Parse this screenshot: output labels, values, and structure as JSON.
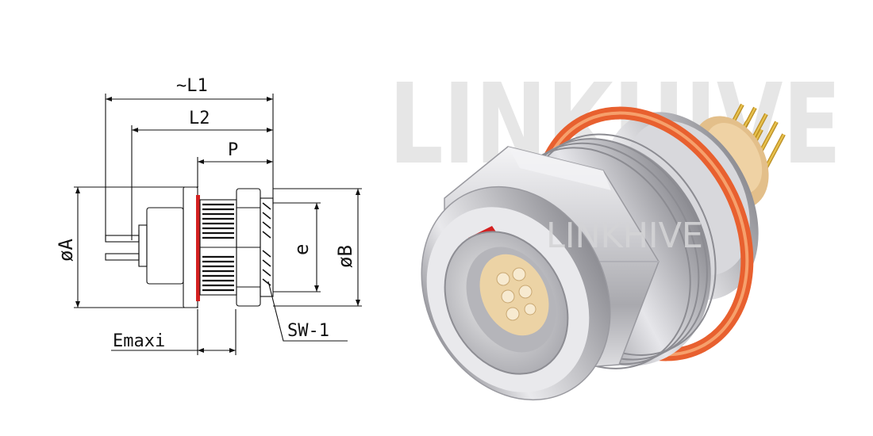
{
  "drawing": {
    "labels": {
      "l1": "~L1",
      "l2": "L2",
      "p": "P",
      "dia_a": "øA",
      "e": "e",
      "dia_b": "øB",
      "emaxi": "Emaxi",
      "sw1": "SW-1"
    }
  },
  "watermark": {
    "large": "LINKHIVE",
    "small": "LINKHIVE"
  },
  "colors": {
    "seal_red": "#d42020",
    "metal": "#c9c9cc",
    "insulator": "#e9c99a",
    "pin_gold": "#d9a520",
    "watermark": "#e6e6e6"
  }
}
